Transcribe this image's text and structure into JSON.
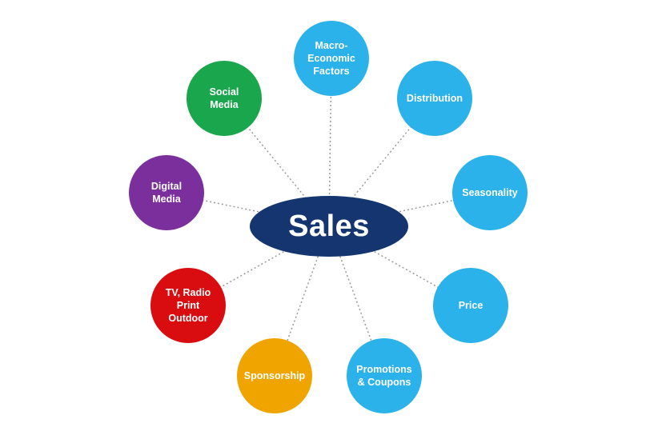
{
  "diagram": {
    "center": {
      "label": "Sales",
      "color": "#14356f",
      "text_color": "#ffffff"
    },
    "nodes": [
      {
        "label": "Macro-\nEconomic\nFactors",
        "color": "#2bb2ea"
      },
      {
        "label": "Distribution",
        "color": "#2bb2ea"
      },
      {
        "label": "Seasonality",
        "color": "#2bb2ea"
      },
      {
        "label": "Price",
        "color": "#2bb2ea"
      },
      {
        "label": "Promotions\n& Coupons",
        "color": "#2bb2ea"
      },
      {
        "label": "Sponsorship",
        "color": "#f0a400"
      },
      {
        "label": "TV, Radio\nPrint\nOutdoor",
        "color": "#d90d10"
      },
      {
        "label": "Digital\nMedia",
        "color": "#7b2f9c"
      },
      {
        "label": "Social\nMedia",
        "color": "#1aa64c"
      }
    ],
    "connector_color": "#9a9a9a",
    "background_color": "#ffffff"
  }
}
